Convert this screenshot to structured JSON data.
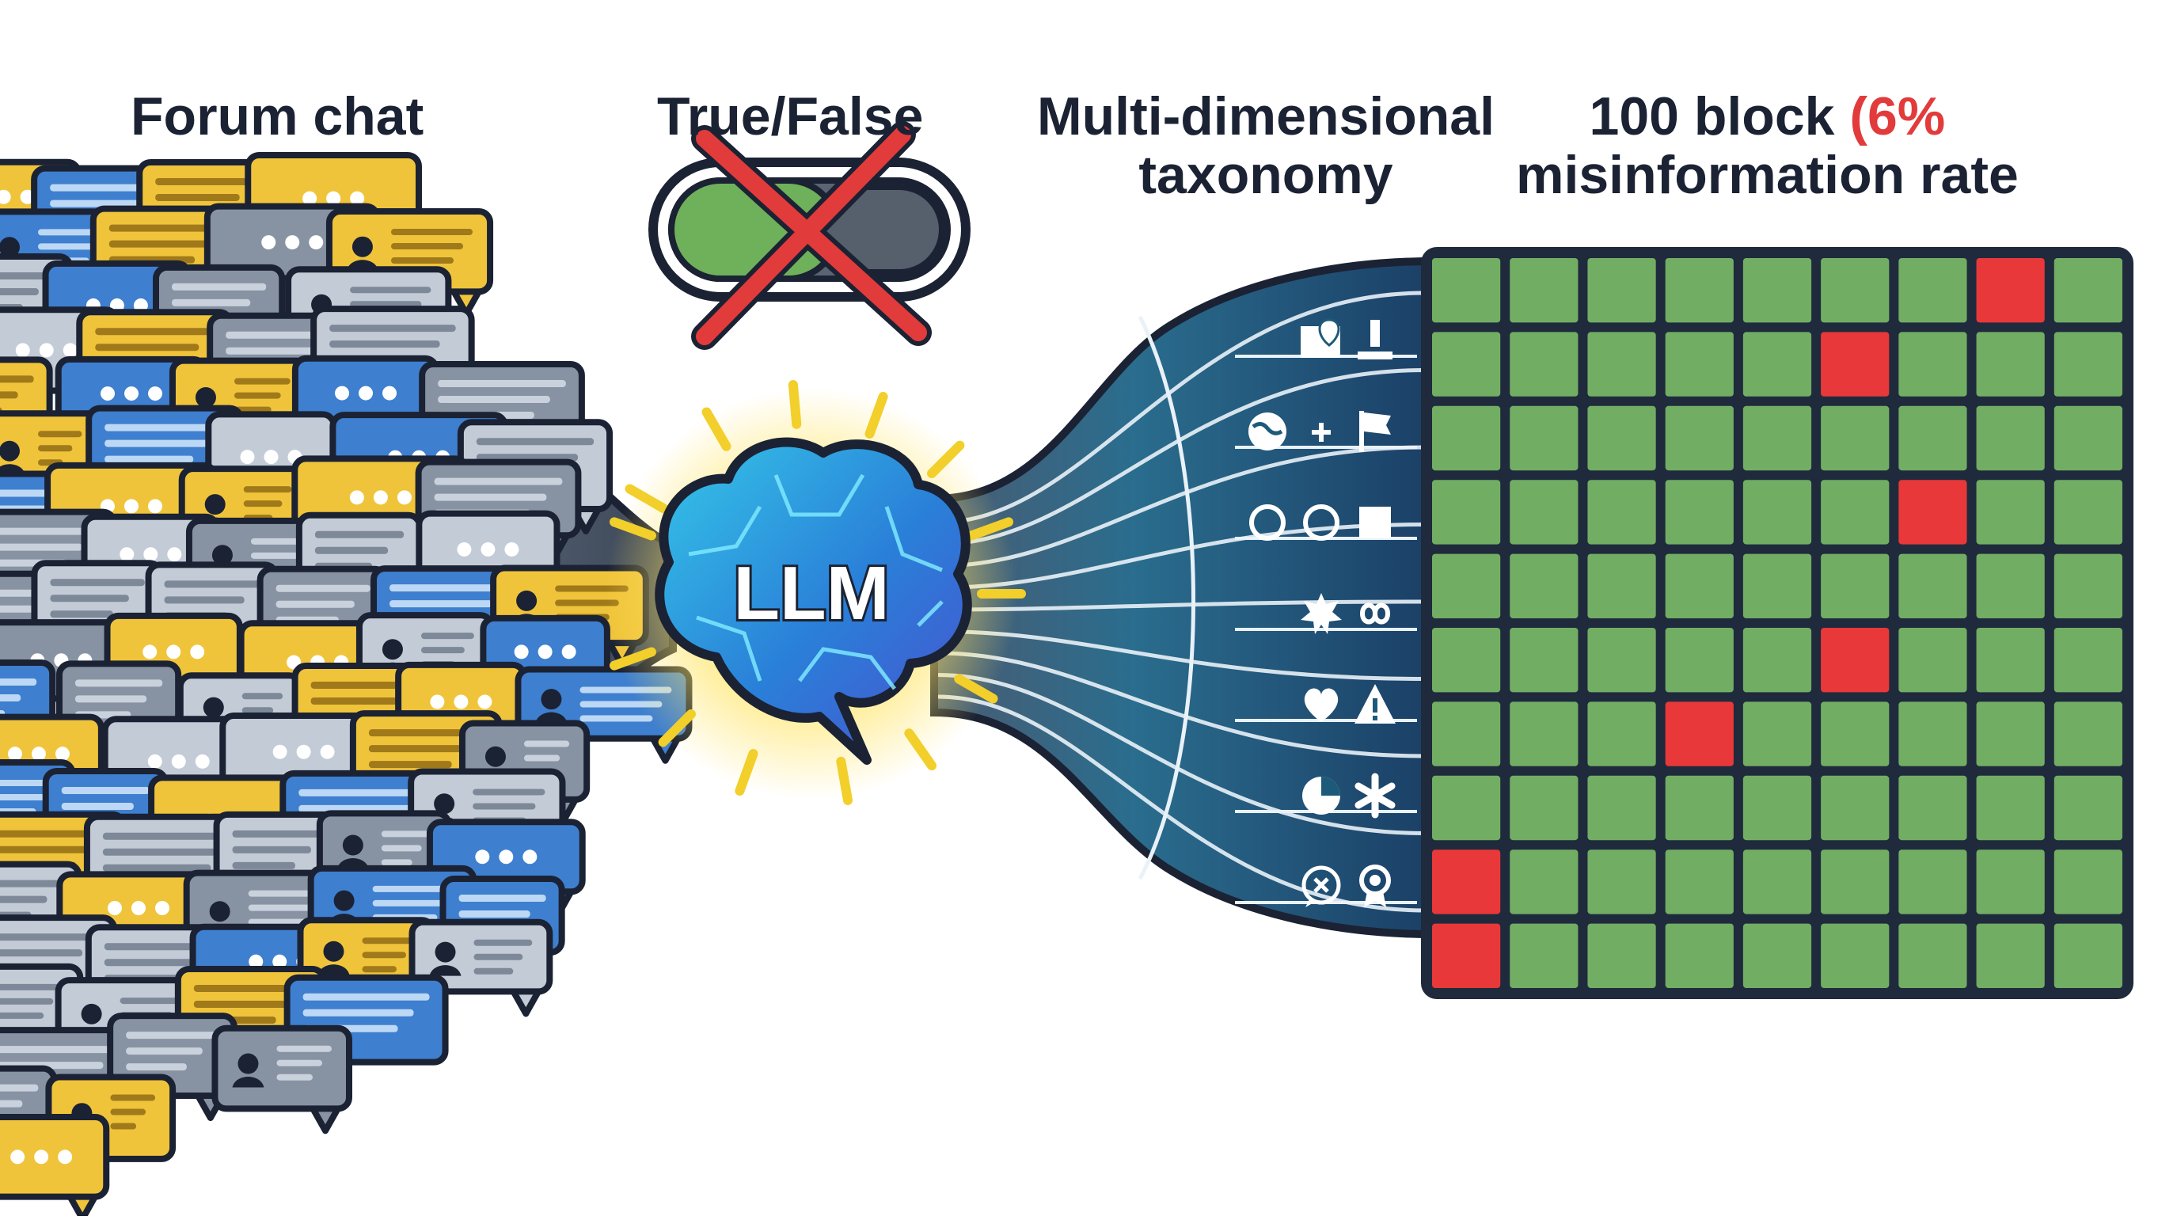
{
  "headings": {
    "forum_chat": "Forum chat",
    "true_false": "True/False",
    "taxonomy_line1": "Multi-dimensional",
    "taxonomy_line2": "taxonomy",
    "block_line1_prefix": "100 block ",
    "block_line1_accent": "(6%",
    "block_line2": "misinformation rate"
  },
  "llm": {
    "label": "LLM"
  },
  "toggle": {
    "state": "rejected"
  },
  "taxonomy_icons": [
    [
      "map-pin-icon",
      "exclamation-icon"
    ],
    [
      "globe-icon",
      "plus-icon",
      "flag-icon"
    ],
    [
      "circle-icon",
      "circle-icon",
      "square-icon"
    ],
    [
      "starburst-icon",
      "infinity-icon"
    ],
    [
      "heart-icon",
      "warning-icon"
    ],
    [
      "pie-chart-icon",
      "asterisk-icon"
    ],
    [
      "cross-bubble-icon",
      "award-icon"
    ]
  ],
  "grid": {
    "rows": 10,
    "cols": 9,
    "flagged_cells": [
      [
        0,
        7
      ],
      [
        1,
        5
      ],
      [
        3,
        6
      ],
      [
        5,
        5
      ],
      [
        6,
        3
      ],
      [
        8,
        0
      ],
      [
        9,
        0
      ]
    ]
  },
  "colors": {
    "ok_cell": "#72ad64",
    "flag_cell": "#e8383a",
    "grid_bg": "#1f2a3c",
    "bubble_yellow": "#f0c43a",
    "bubble_blue": "#3e7fcf",
    "bubble_gray": "#c3cbd6",
    "bubble_dark": "#8793a3",
    "funnel": "#1d5a7a",
    "cross": "#e23b3b"
  }
}
